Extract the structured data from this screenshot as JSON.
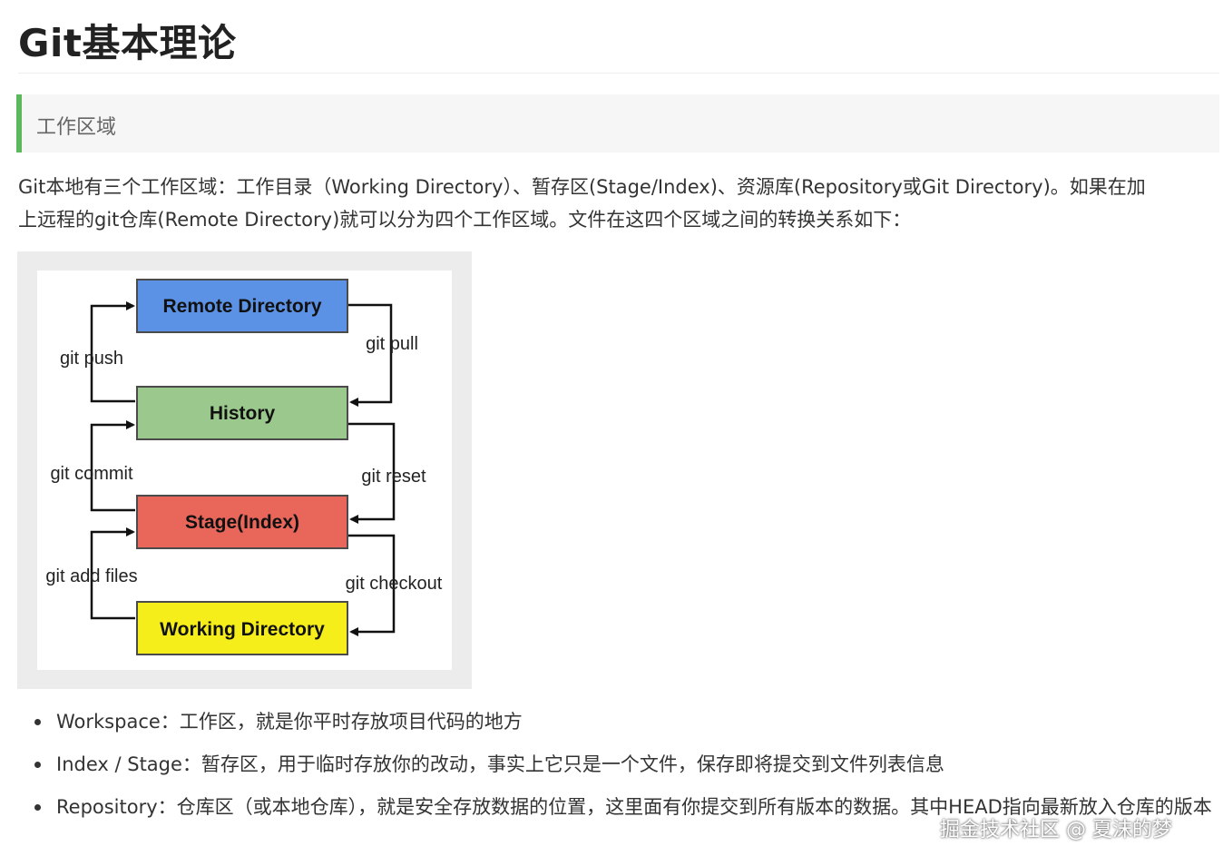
{
  "heading": "Git基本理论",
  "section": "工作区域",
  "paragraph": {
    "line1": "Git本地有三个工作区域：工作目录（Working Directory）、暂存区(Stage/Index)、资源库(Repository或Git Directory)。如果在加",
    "line2": "上远程的git仓库(Remote Directory)就可以分为四个工作区域。文件在这四个区域之间的转换关系如下："
  },
  "diagram": {
    "boxes": {
      "remote": {
        "label": "Remote Directory",
        "color": "#5b92e5"
      },
      "history": {
        "label": "History",
        "color": "#9bc88d"
      },
      "stage": {
        "label": "Stage(Index)",
        "color": "#e8665a"
      },
      "working": {
        "label": "Working Directory",
        "color": "#f5ee1a"
      }
    },
    "commands": {
      "push": "git push",
      "pull": "git pull",
      "commit": "git commit",
      "reset": "git reset",
      "add": "git add files",
      "checkout": "git checkout"
    }
  },
  "bullets": [
    "Workspace：工作区，就是你平时存放项目代码的地方",
    "Index / Stage：暂存区，用于临时存放你的改动，事实上它只是一个文件，保存即将提交到文件列表信息",
    "Repository：仓库区（或本地仓库），就是安全存放数据的位置，这里面有你提交到所有版本的数据。其中HEAD指向最新放入仓库的版本"
  ],
  "watermark": "掘金技术社区 @ 夏沫的梦",
  "colors": {
    "accent": "#5cb85c",
    "heading": "#222222",
    "text": "#333333"
  }
}
